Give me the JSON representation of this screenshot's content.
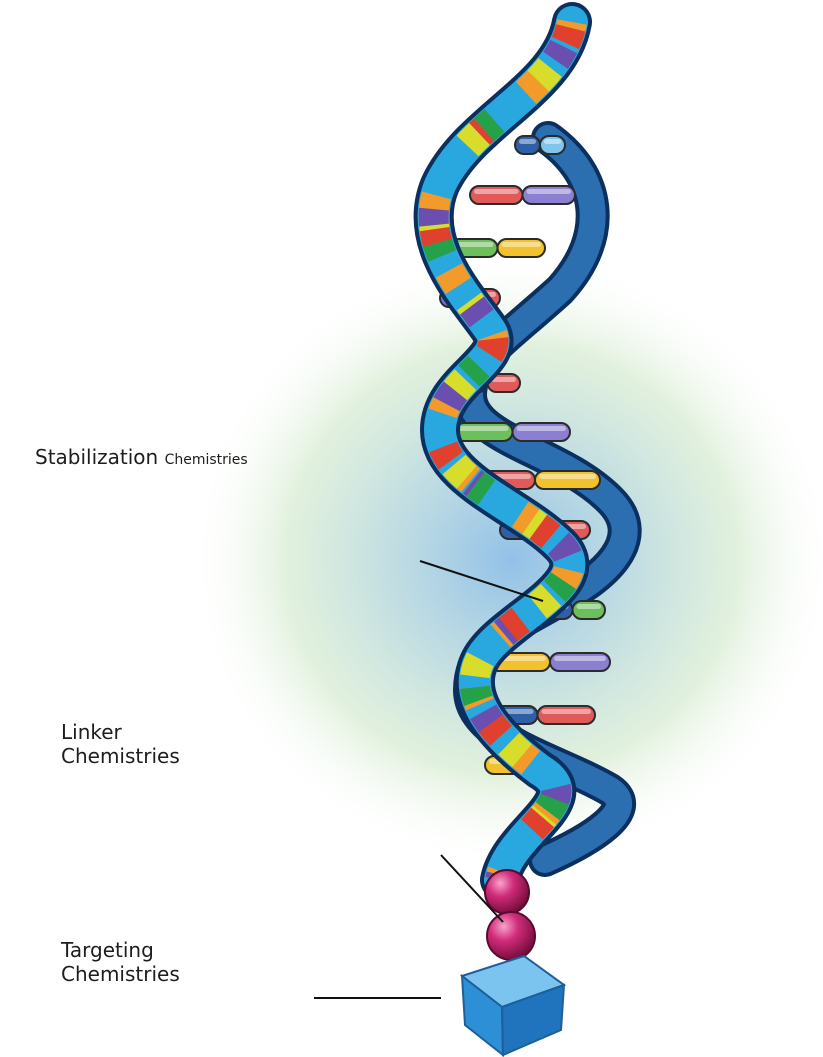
{
  "labels": {
    "stabilization_main": "Stabilization",
    "stabilization_small": "Chemistries",
    "linker_line1": "Linker",
    "linker_line2": "Chemistries",
    "targeting_line1": "Targeting",
    "targeting_line2": "Chemistries"
  },
  "colors": {
    "strand_blue": "#29a8e0",
    "strand_dark": "#0d3b73",
    "bead": "#b0165b",
    "cube": "#2d8fd5",
    "glow_green": "#bfe2b3",
    "glow_blue": "#9cc7e6"
  }
}
